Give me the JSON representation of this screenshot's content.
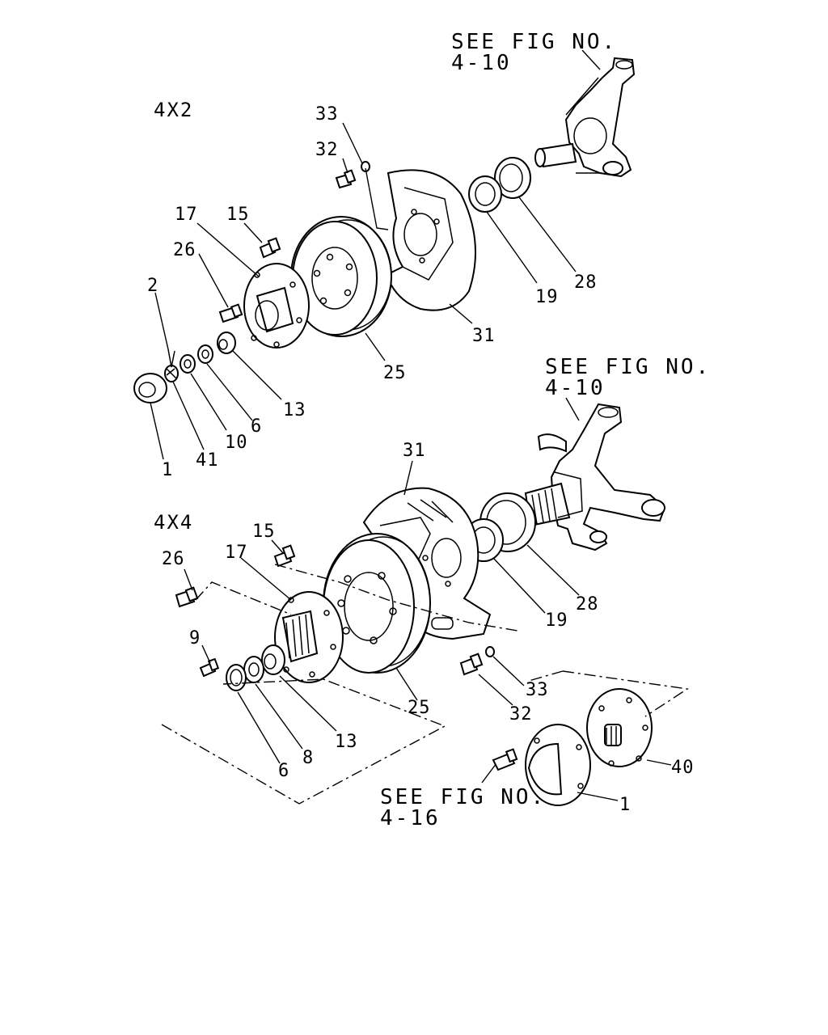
{
  "sections": {
    "upper": "4X2",
    "lower": "4X4"
  },
  "references": {
    "ref_top_line1": "SEE FIG NO.",
    "ref_top_line2": "4-10",
    "ref_mid_line1": "SEE FIG NO.",
    "ref_mid_line2": "4-10",
    "ref_bottom_line1": "SEE FIG NO.",
    "ref_bottom_line2": "4-16"
  },
  "callouts_4x2": {
    "c33": "33",
    "c32": "32",
    "c17": "17",
    "c15": "15",
    "c26": "26",
    "c2": "2",
    "c28": "28",
    "c19": "19",
    "c31": "31",
    "c25": "25",
    "c13": "13",
    "c6": "6",
    "c10": "10",
    "c41": "41",
    "c1": "1"
  },
  "callouts_4x4": {
    "c31": "31",
    "c15": "15",
    "c17": "17",
    "c26": "26",
    "c9": "9",
    "c28": "28",
    "c19": "19",
    "c33": "33",
    "c32": "32",
    "c25": "25",
    "c13": "13",
    "c8": "8",
    "c6": "6",
    "c40": "40",
    "c1": "1"
  }
}
